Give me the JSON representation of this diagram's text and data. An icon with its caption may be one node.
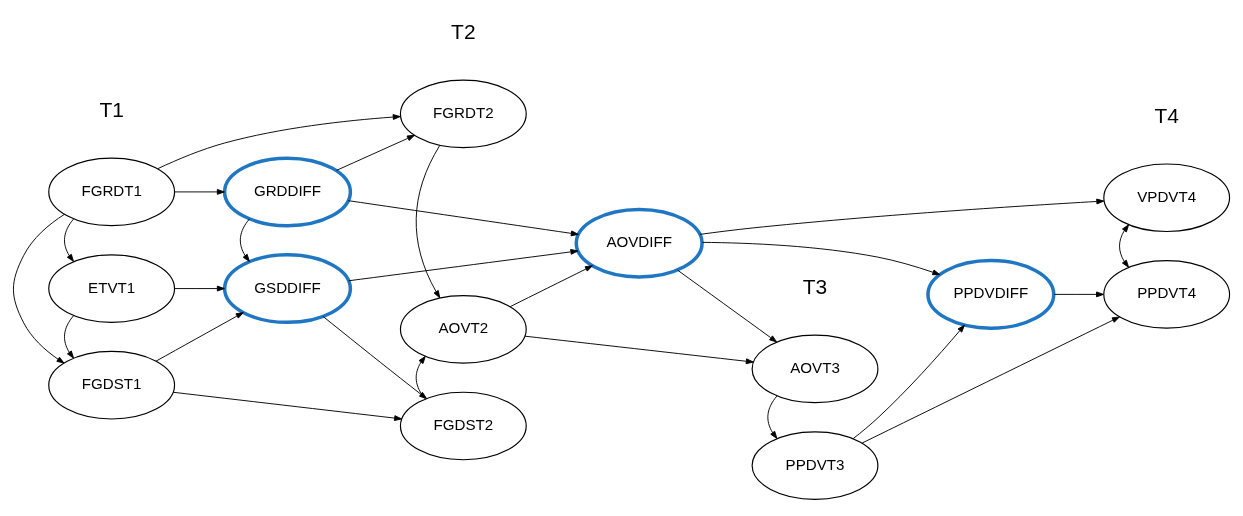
{
  "diagram": {
    "nodes": [
      {
        "text": [
          "FGRDT1"
        ]
      },
      {
        "text": [
          "FGRDT2"
        ]
      },
      {
        "text": [
          "AOVT3"
        ]
      },
      {
        "text": [
          "VPDVT4"
        ]
      },
      {
        "text": [
          "GRDDIFF"
        ]
      },
      {
        "text": [
          "AOVDIFF"
        ]
      },
      {
        "text": [
          "ETVT1"
        ]
      },
      {
        "text": [
          "AOVT2"
        ]
      },
      {
        "text": [
          "PPDVDIFF"
        ]
      },
      {
        "text": [
          "GSDDIFF"
        ]
      },
      {
        "text": [
          "PPDVT3"
        ]
      },
      {
        "text": [
          "PPDVT4"
        ]
      },
      {
        "text": [
          "FGDST1"
        ]
      },
      {
        "text": [
          "FGDST2"
        ]
      }
    ],
    "edges": [
      {
        "from": 0,
        "to": 1,
        "arrow": "to"
      },
      {
        "from": 0,
        "to": 4,
        "arrow": "to"
      },
      {
        "from": 0,
        "to": 6,
        "arrow": "to"
      },
      {
        "from": 0,
        "to": 12,
        "arrow": "to"
      },
      {
        "from": 4,
        "to": 1,
        "arrow": "to"
      },
      {
        "from": 4,
        "to": 5,
        "arrow": "to"
      },
      {
        "from": 4,
        "to": 9,
        "arrow": "to"
      },
      {
        "from": 1,
        "to": 7,
        "arrow": "to"
      },
      {
        "from": 7,
        "to": 2,
        "arrow": "to"
      },
      {
        "from": 7,
        "to": 5,
        "arrow": "to"
      },
      {
        "from": 5,
        "to": 2,
        "arrow": "to"
      },
      {
        "from": 5,
        "to": 3,
        "arrow": "to"
      },
      {
        "from": 5,
        "to": 8,
        "arrow": "to"
      },
      {
        "from": 2,
        "to": 10,
        "arrow": "to"
      },
      {
        "from": 3,
        "to": 11,
        "arrow": "both"
      },
      {
        "from": 6,
        "to": 9,
        "arrow": "to"
      },
      {
        "from": 6,
        "to": 12,
        "arrow": "to"
      },
      {
        "from": 12,
        "to": 9,
        "arrow": "to"
      },
      {
        "from": 12,
        "to": 13,
        "arrow": "to"
      },
      {
        "from": 9,
        "to": 5,
        "arrow": "to"
      },
      {
        "from": 9,
        "to": 13,
        "arrow": "to"
      },
      {
        "from": 13,
        "to": 7,
        "arrow": "to"
      },
      {
        "from": 10,
        "to": 8,
        "arrow": "to"
      },
      {
        "from": 10,
        "to": 11,
        "arrow": "to"
      },
      {
        "from": 8,
        "to": 11,
        "arrow": "to"
      }
    ],
    "labels": [
      "T1",
      "T2",
      "T3",
      "T4"
    ]
  }
}
